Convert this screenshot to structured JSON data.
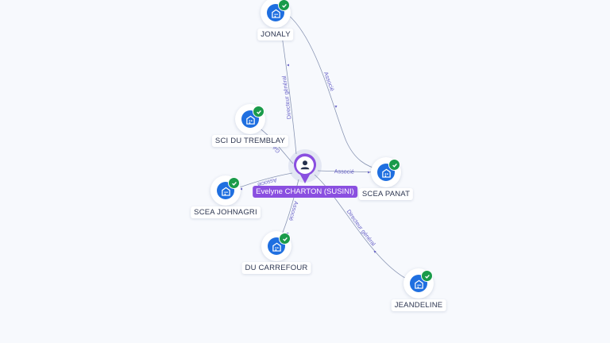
{
  "center": {
    "name": "Evelyne CHARTON (SUSINI)",
    "icon": "person-icon",
    "color": "#8a4fe0"
  },
  "companies": [
    {
      "id": "jonaly",
      "name": "JONALY",
      "icon": "building-icon",
      "verified": true
    },
    {
      "id": "sci-du-tremblay",
      "name": "SCI DU TREMBLAY",
      "icon": "building-icon",
      "verified": true
    },
    {
      "id": "scea-johnagri",
      "name": "SCEA JOHNAGRI",
      "icon": "building-icon",
      "verified": true
    },
    {
      "id": "du-carrefour",
      "name": "DU CARREFOUR",
      "icon": "building-icon",
      "verified": true
    },
    {
      "id": "scea-panat",
      "name": "SCEA PANAT",
      "icon": "building-icon",
      "verified": true
    },
    {
      "id": "jeandeline",
      "name": "JEANDELINE",
      "icon": "building-icon",
      "verified": true
    }
  ],
  "edges": [
    {
      "target": "jonaly",
      "label": "Directeur général"
    },
    {
      "target": "sci-du-tremblay",
      "label": "Gérant"
    },
    {
      "target": "scea-johnagri",
      "label": "Associé"
    },
    {
      "target": "du-carrefour",
      "label": "Associé"
    },
    {
      "target": "scea-panat",
      "label": "Associé"
    },
    {
      "target": "jeandeline",
      "label": "Directeur général"
    },
    {
      "source": "jonaly",
      "target": "scea-panat",
      "label": "Associé"
    }
  ],
  "colors": {
    "edge": "#8a96b4",
    "edge_label": "#6a64c8",
    "company": "#1f6fe0",
    "verified": "#1a9b4a",
    "background": "#f7f9fd"
  }
}
